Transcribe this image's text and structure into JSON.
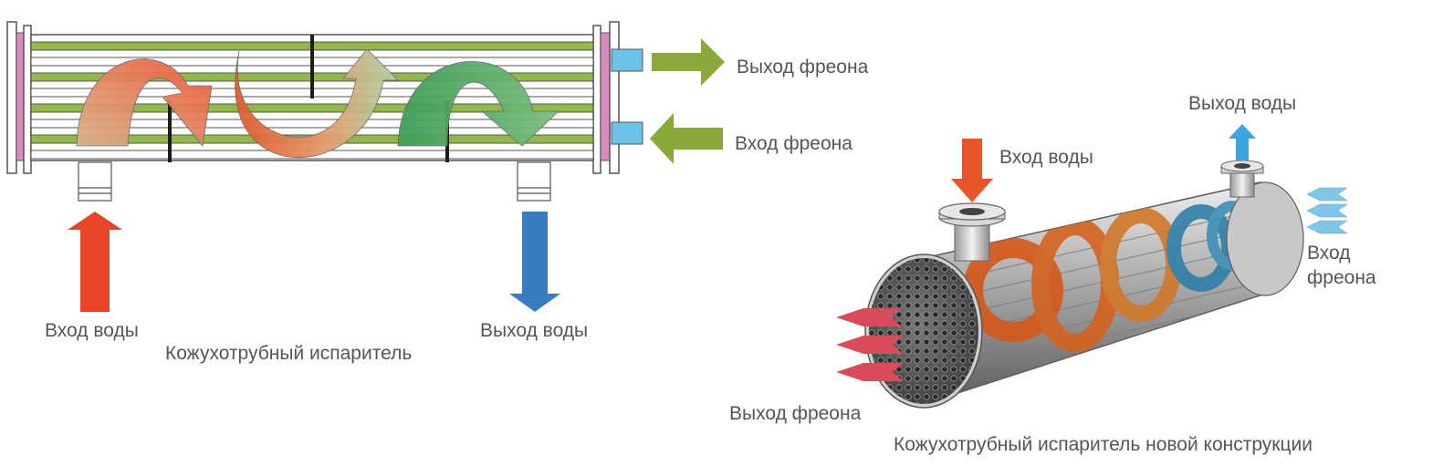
{
  "colors": {
    "water_in": "#e8442a",
    "water_out": "#3a7cc0",
    "freon": "#8aa93a",
    "tube_green": "#93b84a",
    "flange_pink": "#d98bc0",
    "freon_port": "#6cc3e8",
    "shell": "#9c9c9c",
    "spiral_orange": "#d4621f",
    "freon_in_right": "#7fc6e4",
    "freon_out_right": "#d94a5a"
  },
  "left_diagram": {
    "freon_out": "Выход фреона",
    "freon_in": "Вход фреона",
    "water_in": "Вход воды",
    "water_out": "Выход воды",
    "caption": "Кожухотрубный испаритель"
  },
  "right_diagram": {
    "water_in": "Вход воды",
    "water_out": "Выход воды",
    "freon_in_line1": "Вход",
    "freon_in_line2": "фреона",
    "freon_out": "Выход фреона",
    "caption": "Кожухотрубный испаритель новой конструкции"
  }
}
